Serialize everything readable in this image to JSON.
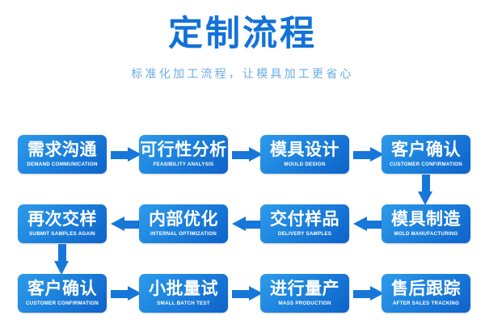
{
  "header": {
    "title": "定制流程",
    "subtitle": "标准化加工流程，让模具加工更省心",
    "title_color": "#1272d8",
    "subtitle_color": "#6aabe8"
  },
  "theme": {
    "node_gradient_start": "#2e9bea",
    "node_gradient_end": "#0e63c9",
    "arrow_color": "#1777d9",
    "node_text_color": "#ffffff",
    "background": "#ffffff"
  },
  "flow": {
    "rows": [
      {
        "direction": "left-to-right",
        "nodes": [
          {
            "cn": "需求沟通",
            "en": "DEMAND COMMUNICATION"
          },
          {
            "cn": "可行性分析",
            "en": "FEASIBILITY ANALYSIS"
          },
          {
            "cn": "模具设计",
            "en": "MOULD DESIGN"
          },
          {
            "cn": "客户确认",
            "en": "CUSTOMER CONFIRMATION"
          }
        ]
      },
      {
        "direction": "right-to-left",
        "nodes": [
          {
            "cn": "再次交样",
            "en": "SUBMIT SAMPLES AGAIN"
          },
          {
            "cn": "内部优化",
            "en": "INTERNAL OPTIMIZATION"
          },
          {
            "cn": "交付样品",
            "en": "DELIVERY SAMPLES"
          },
          {
            "cn": "模具制造",
            "en": "MOLD MANUFACTURING"
          }
        ]
      },
      {
        "direction": "left-to-right",
        "nodes": [
          {
            "cn": "客户确认",
            "en": "CUSTOMER CONFIRMATION"
          },
          {
            "cn": "小批量试",
            "en": "SMALL BATCH TEST"
          },
          {
            "cn": "进行量产",
            "en": "MASS PRODUCTION"
          },
          {
            "cn": "售后跟踪",
            "en": "AFTER SALES TRACKING"
          }
        ]
      }
    ],
    "connectors": {
      "row1_to_row2": "arrow-down-right-column",
      "row2_to_row3": "arrow-down-left-column"
    }
  }
}
